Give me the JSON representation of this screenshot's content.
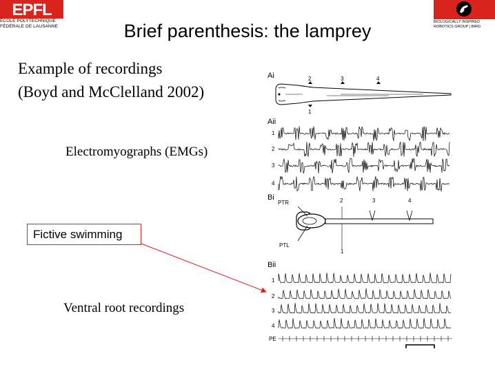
{
  "header": {
    "logo_left_text_line1": "ÉCOLE POLYTECHNIQUE",
    "logo_left_text_line2": "FÉDÉRALE DE LAUSANNE",
    "logo_right_text_line1": "BIOLOGICALLY INSPIRED",
    "logo_right_text_line2": "ROBOTICS GROUP | BIRG"
  },
  "slide": {
    "title": "Brief parenthesis: the lamprey",
    "subtitle_line1": "Example of recordings",
    "subtitle_line2": "(Boyd and McClelland 2002)",
    "emg_label": "Electromyographs (EMGs)",
    "fictive_label": "Fictive swimming",
    "ventral_label": "Ventral root recordings",
    "accent_color": "#d9231d"
  },
  "figure": {
    "panel_ai": "Ai",
    "panel_aii": "Aii",
    "panel_bi": "Bi",
    "panel_bii": "Bii",
    "ai_markers": [
      "1",
      "2",
      "3",
      "4"
    ],
    "aii_channels": [
      "1",
      "2",
      "3",
      "4"
    ],
    "bi_markers": [
      "1",
      "2",
      "3",
      "4"
    ],
    "bi_label_r": "PTR",
    "bi_label_l": "PTL",
    "bii_channels": [
      "1",
      "2",
      "3",
      "4"
    ],
    "bii_pe": "PE"
  }
}
